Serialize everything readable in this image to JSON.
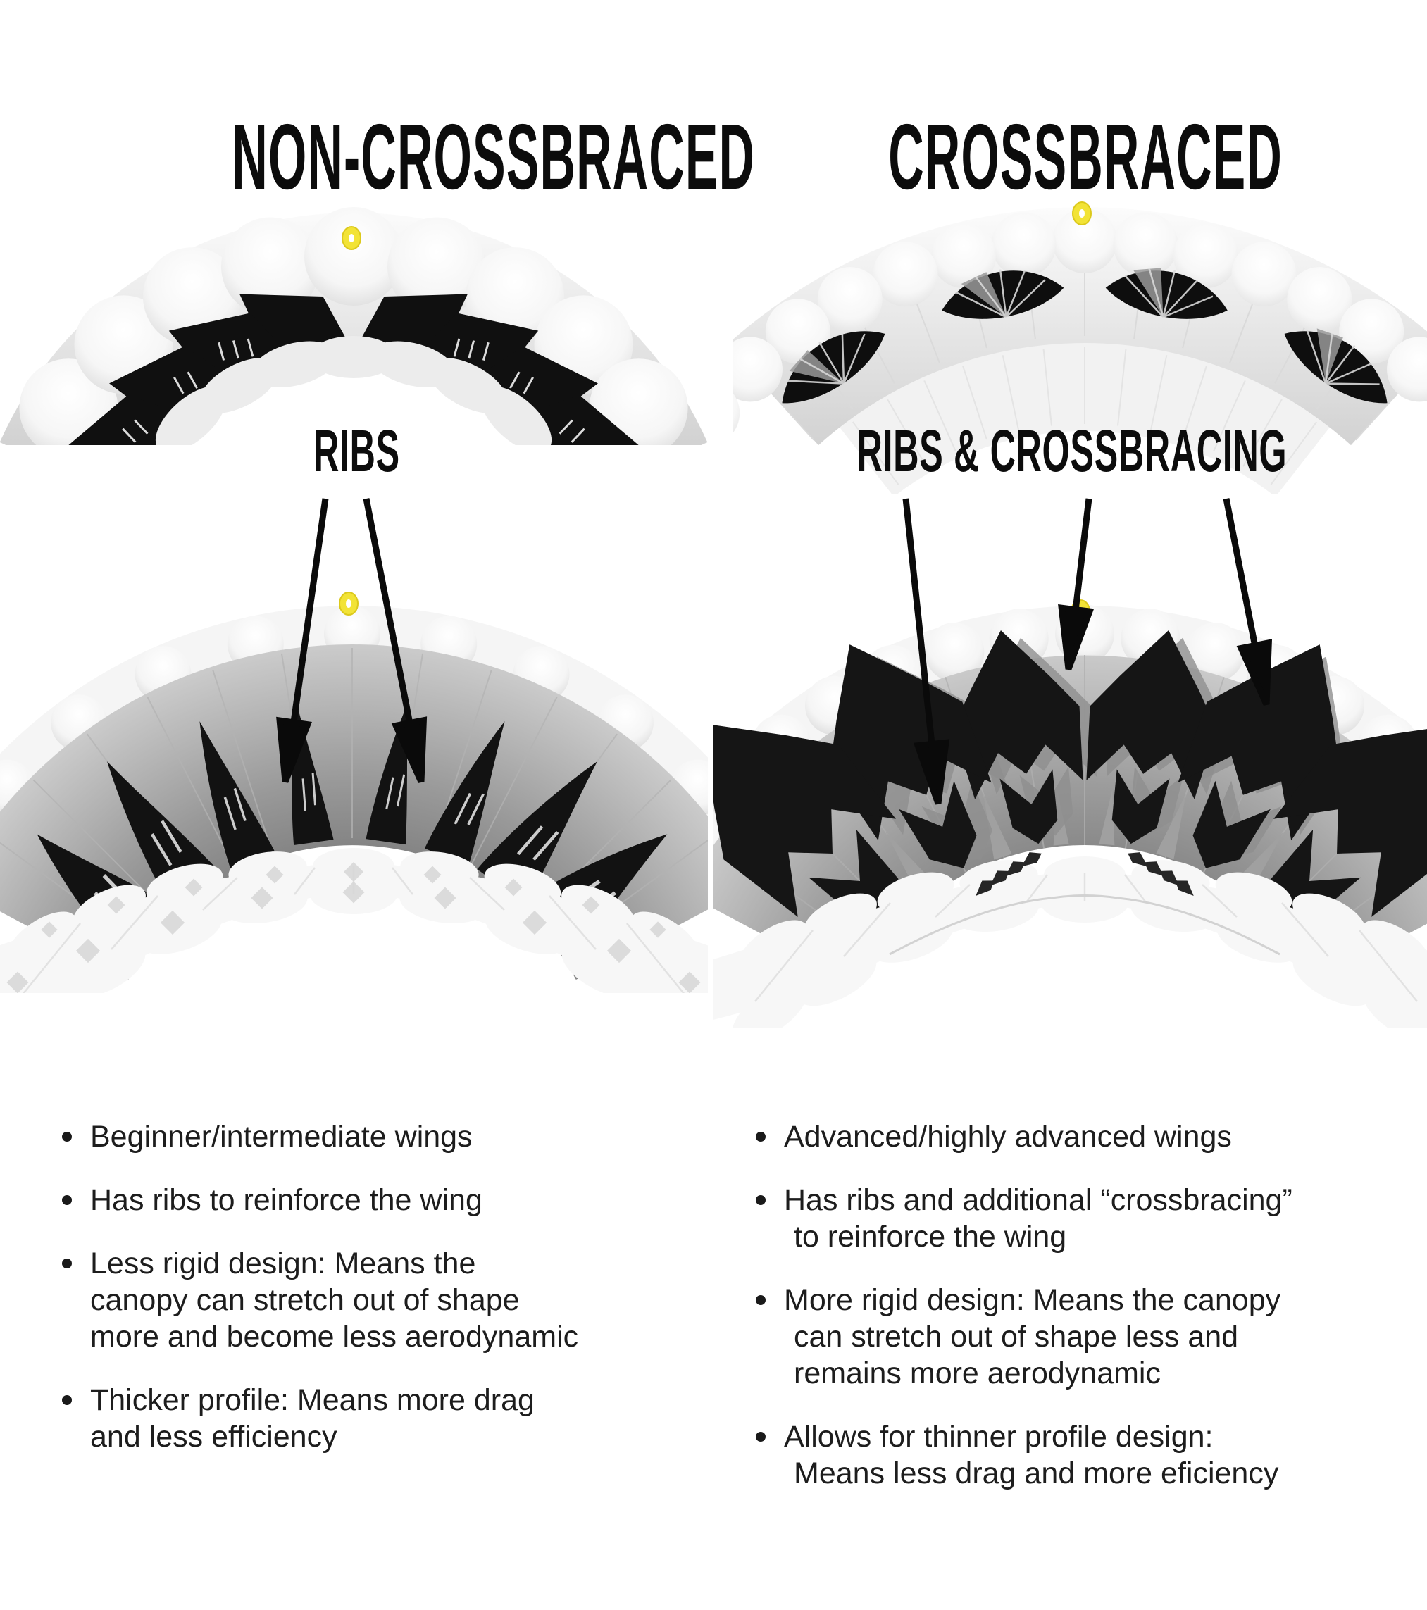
{
  "left_column": {
    "heading": "NON-CROSSBRACED",
    "diagram_label": "RIBS",
    "bullets": [
      [
        "Beginner/intermediate wings"
      ],
      [
        "Has ribs to reinforce the wing"
      ],
      [
        "Less rigid design: Means the",
        "canopy can stretch out of shape",
        "more and become less aerodynamic"
      ],
      [
        "Thicker profile: Means more drag",
        "and less efficiency"
      ]
    ]
  },
  "right_column": {
    "heading": "CROSSBRACED",
    "diagram_label": "RIBS & CROSSBRACING",
    "bullets": [
      [
        "Advanced/highly advanced wings"
      ],
      [
        "Has ribs and additional “crossbracing”",
        "to reinforce the wing"
      ],
      [
        "More rigid design: Means the canopy",
        "can stretch out of shape less and",
        "remains more aerodynamic"
      ],
      [
        "Allows for thinner profile design:",
        "Means less drag and more eficiency"
      ]
    ]
  },
  "colors": {
    "ink": "#0c0c0c",
    "body_text": "#1d1d1d",
    "marker_yellow": "#f2e336",
    "structure_black": "#111111"
  },
  "icons": {
    "marker": "center-marker-dot",
    "pointer": "arrow-pointer"
  }
}
